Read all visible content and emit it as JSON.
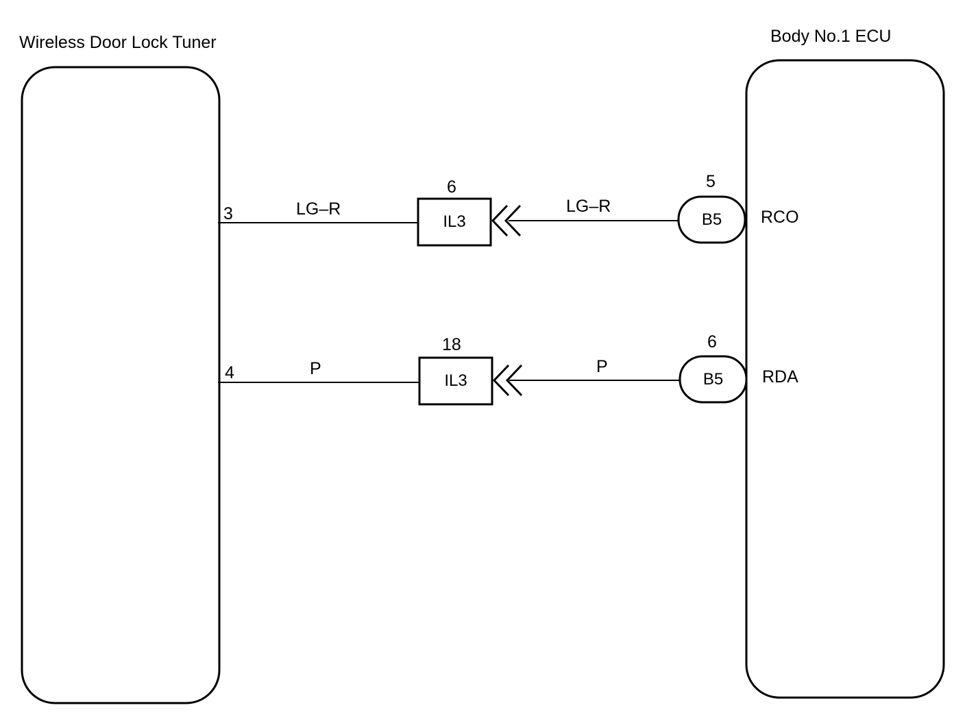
{
  "components": {
    "left": {
      "title": "Wireless Door Lock Tuner"
    },
    "right": {
      "title": "Body No.1 ECU"
    }
  },
  "circuits": [
    {
      "left_pin": "3",
      "left_wire_color": "LG–R",
      "junction_pin": "6",
      "junction_connector": "IL3",
      "right_wire_color": "LG–R",
      "ecu_pin": "5",
      "ecu_connector": "B5",
      "ecu_terminal": "RCO"
    },
    {
      "left_pin": "4",
      "left_wire_color": "P",
      "junction_pin": "18",
      "junction_connector": "IL3",
      "right_wire_color": "P",
      "ecu_pin": "6",
      "ecu_connector": "B5",
      "ecu_terminal": "RDA"
    }
  ]
}
